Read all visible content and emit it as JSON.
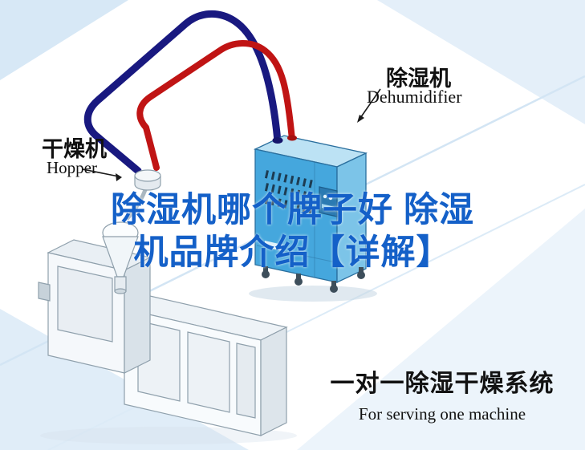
{
  "page": {
    "title_line1": "除湿机哪个牌子好 除湿",
    "title_line2": "机品牌介绍【详解】"
  },
  "labels": {
    "hopper_zh": "干燥机",
    "hopper_en": "Hopper",
    "dehumidifier_zh": "除湿机",
    "dehumidifier_en": "Dehumidifier"
  },
  "caption": {
    "zh": "一对一除湿干燥系统",
    "en": "For serving one machine"
  },
  "colors": {
    "title_blue": "#1460c8",
    "pipe_red": "#c01414",
    "pipe_navy": "#191980",
    "machine_blue": "#45a7dd",
    "machine_blue_light": "#bce2f4",
    "machine_blue_side": "#7cc4e8",
    "background_tint": "#d7e8f6"
  }
}
